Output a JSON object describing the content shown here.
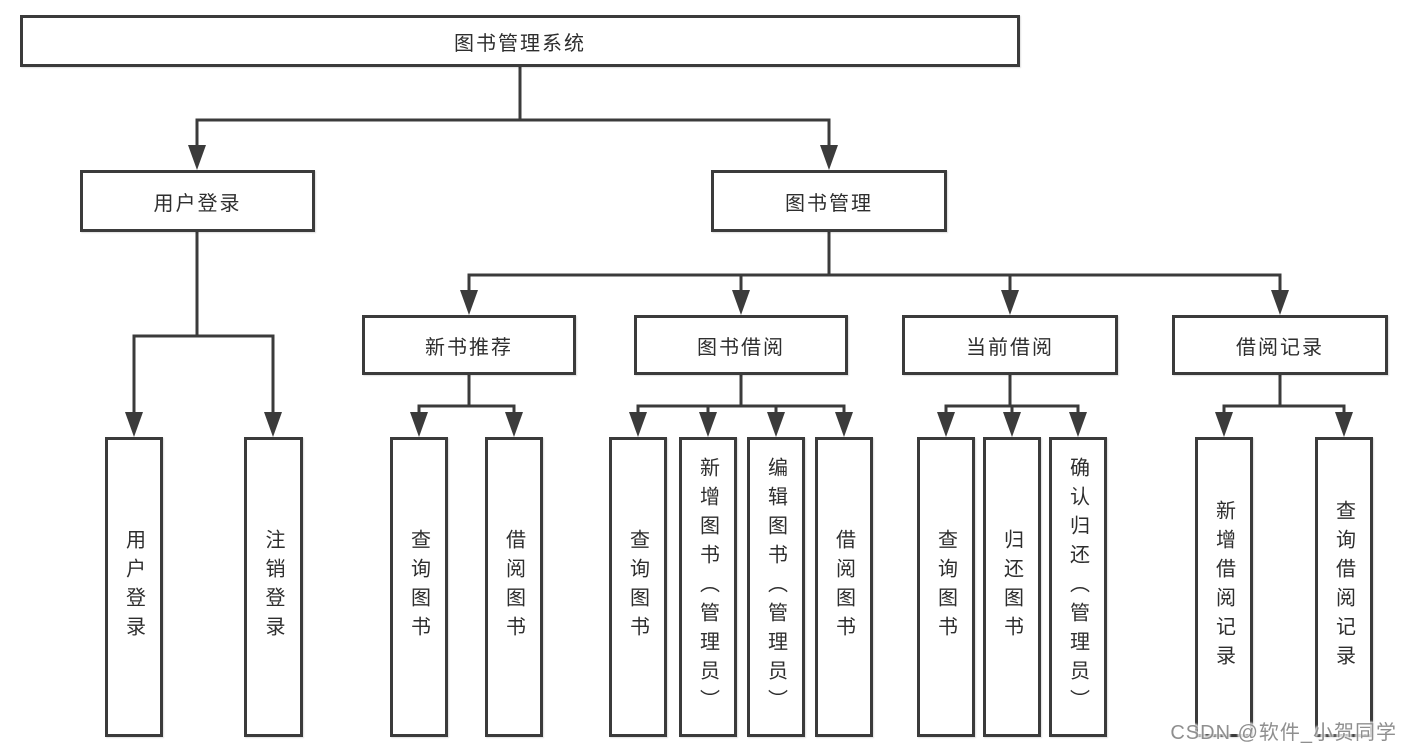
{
  "diagram": {
    "root": {
      "label": "图书管理系统",
      "children": [
        {
          "label": "用户登录",
          "children": [
            {
              "label": "用户登录"
            },
            {
              "label": "注销登录"
            }
          ]
        },
        {
          "label": "图书管理",
          "children": [
            {
              "label": "新书推荐",
              "children": [
                {
                  "label": "查询图书"
                },
                {
                  "label": "借阅图书"
                }
              ]
            },
            {
              "label": "图书借阅",
              "children": [
                {
                  "label": "查询图书"
                },
                {
                  "label": "新增图书（管理员）"
                },
                {
                  "label": "编辑图书（管理员）"
                },
                {
                  "label": "借阅图书"
                }
              ]
            },
            {
              "label": "当前借阅",
              "children": [
                {
                  "label": "查询图书"
                },
                {
                  "label": "归还图书"
                },
                {
                  "label": "确认归还（管理员）"
                }
              ]
            },
            {
              "label": "借阅记录",
              "children": [
                {
                  "label": "新增借阅记录"
                },
                {
                  "label": "查询借阅记录"
                }
              ]
            }
          ]
        }
      ]
    },
    "colors": {
      "line": "#3b3b3b",
      "box_border": "#3b3b3b",
      "text": "#2e2e2e",
      "background": "#ffffff",
      "watermark_text_color": "#8f8f8f"
    }
  },
  "watermark": {
    "text": "CSDN @软件_小贺同学"
  }
}
